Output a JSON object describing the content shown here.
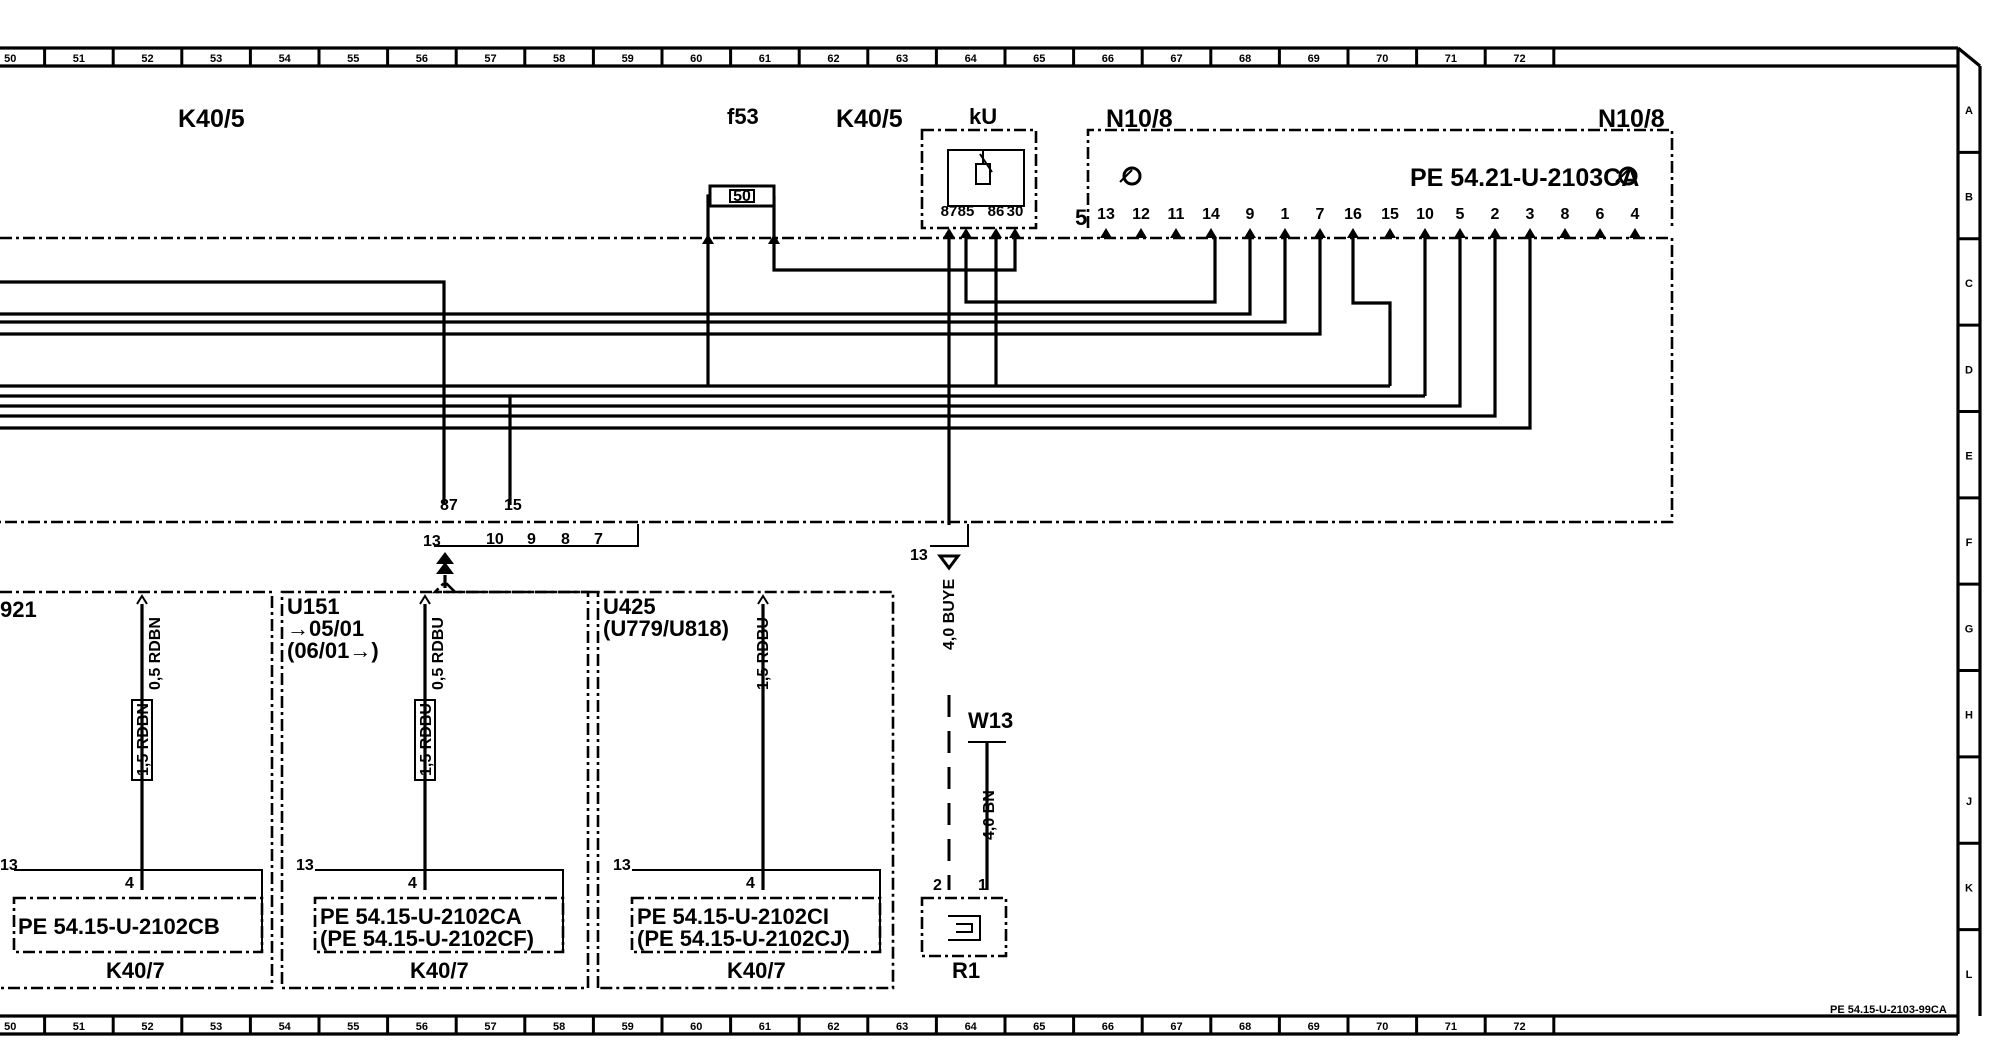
{
  "grid_columns": [
    "50",
    "51",
    "52",
    "53",
    "54",
    "55",
    "56",
    "57",
    "58",
    "59",
    "60",
    "61",
    "62",
    "63",
    "64",
    "65",
    "66",
    "67",
    "68",
    "69",
    "70",
    "71",
    "72"
  ],
  "grid_rows": [
    "A",
    "B",
    "C",
    "D",
    "E",
    "F",
    "G",
    "H",
    "J",
    "K",
    "L"
  ],
  "components": {
    "k40_5_left": "K40/5",
    "f53": "f53",
    "fuse_value": "50",
    "k40_5_right": "K40/5",
    "relay": "kU",
    "n10_8_left": "N10/8",
    "n10_8_right": "N10/8",
    "n10_8_ref": "PE 54.21-U-2103CA",
    "w13": "W13",
    "r1": "R1"
  },
  "relay_pins": [
    "87",
    "85",
    "86",
    "30"
  ],
  "n10_pins": [
    "13",
    "12",
    "11",
    "14",
    "9",
    "1",
    "7",
    "16",
    "15",
    "10",
    "5",
    "2",
    "3",
    "8",
    "6",
    "4"
  ],
  "n10_side_pin": "5",
  "bus_pins": {
    "p87": "87",
    "p13": "13",
    "p15": "15",
    "p10": "10",
    "p9": "9",
    "p8": "8",
    "p7": "7",
    "ground_label": "13"
  },
  "wires": {
    "w_bu_ye": "4,0 BUYE",
    "w_bn": "4,0 BN",
    "w_left": "0,5 RDBN",
    "w_left_box": "1,5 RDBN",
    "w_mid": "0,5 RDBU",
    "w_mid_box": "1,5 RDBU",
    "w_right": "1,5 RDBU"
  },
  "variants": {
    "left_code": "921",
    "mid_code": "U151",
    "mid_line1": "→05/01",
    "mid_line2": "(06/01→)",
    "right_code": "U425",
    "right_line1": "(U779/U818)"
  },
  "k40_7_blocks": {
    "left_ref": "PE 54.15-U-2102CB",
    "mid_ref1": "PE 54.15-U-2102CA",
    "mid_ref2": "(PE 54.15-U-2102CF)",
    "right_ref1": "PE 54.15-U-2102CI",
    "right_ref2": "(PE 54.15-U-2102CJ)",
    "name": "K40/7",
    "pin4": "4",
    "pin13": "13"
  },
  "r1_pins": [
    "2",
    "1"
  ],
  "sheet_ref": "PE 54.15-U-2103-99CA"
}
